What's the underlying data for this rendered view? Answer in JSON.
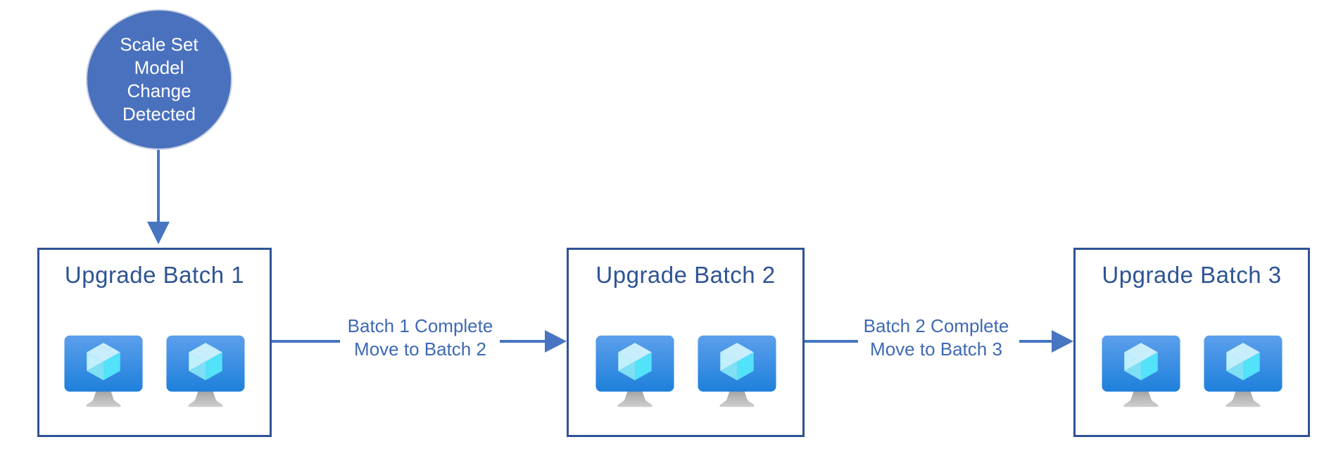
{
  "diagram": {
    "start_node": {
      "lines": [
        "Scale Set",
        "Model",
        "Change",
        "Detected"
      ]
    },
    "batches": [
      {
        "title": "Upgrade Batch 1",
        "vm_count": 2
      },
      {
        "title": "Upgrade Batch 2",
        "vm_count": 2
      },
      {
        "title": "Upgrade Batch 3",
        "vm_count": 2
      }
    ],
    "transitions": [
      {
        "line1": "Batch 1 Complete",
        "line2": "Move to Batch 2"
      },
      {
        "line1": "Batch 2 Complete",
        "line2": "Move to Batch 3"
      }
    ],
    "icons": {
      "vm_icon": "azure-virtual-machine-icon"
    },
    "colors": {
      "start_node_fill": "#4A71BE",
      "box_border": "#2E5395",
      "title_text": "#2E5395",
      "arrow": "#4775C2",
      "label_text": "#3E69B4",
      "vm_screen_top": "#5C9FEC",
      "vm_screen_bottom": "#1E80DB",
      "vm_cube_bright": "#52E2FA",
      "vm_stand_gray": "#ACACAC"
    }
  }
}
